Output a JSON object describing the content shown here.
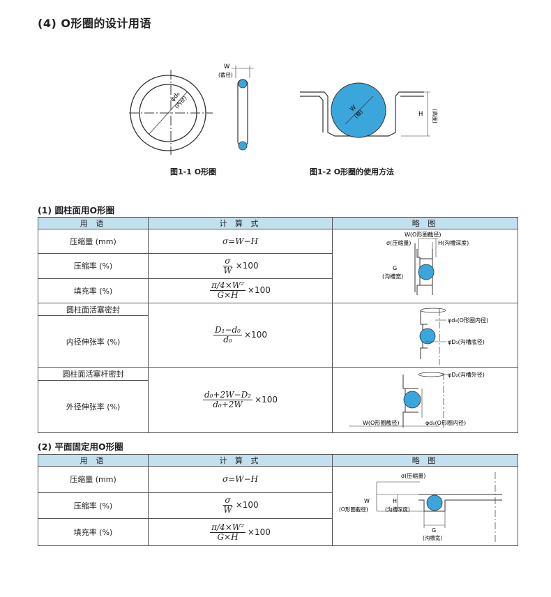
{
  "page_title": "(4) O形圈的设计用语",
  "figures": {
    "fig1": {
      "caption": "图1-1  O形圈",
      "w_label": "W",
      "w_note": "(截径)",
      "d_label": "φd₀",
      "d_note": "(内径)"
    },
    "fig2": {
      "caption": "图1-2  O形圈的使用方法",
      "w_label": "W",
      "w_note": "(粗)",
      "h_label": "H",
      "h_note": "(高度)"
    }
  },
  "section1": {
    "title": "(1) 圆柱面用O形圈",
    "headers": [
      "用 语",
      "计 算 式",
      "略 图"
    ],
    "rows": {
      "compression": {
        "term": "压缩量 (mm)",
        "formula": "σ=W−H"
      },
      "compression_rate": {
        "term": "压缩率 (%)",
        "num": "σ",
        "den": "W",
        "mult": "×100"
      },
      "fill_rate": {
        "term": "填充率 (%)",
        "num": "π/4×W²",
        "den": "G×H",
        "mult": "×100"
      },
      "piston_group": {
        "label": "圆柱面活塞密封"
      },
      "inner_stretch": {
        "term": "内径伸张率 (%)",
        "num": "D₁−d₀",
        "den": "d₀",
        "mult": "×100"
      },
      "rod_group": {
        "label": "圆柱面活塞杆密封"
      },
      "outer_stretch": {
        "term": "外径伸张率 (%)",
        "num": "d₀+2W−D₂",
        "den": "d₀+2W",
        "mult": "×100"
      }
    },
    "sketch1": {
      "w": "W(O形圈截径)",
      "sigma": "σ(压缩量)",
      "h": "H(沟槽深度)",
      "g": "G",
      "g_note": "(沟槽宽)"
    },
    "sketch2": {
      "d0": "φd₀(O形圈内径)",
      "d1": "φD₁(沟槽底径)"
    },
    "sketch3": {
      "d2": "φD₂(沟槽外径)",
      "w": "W(O形圈截径)",
      "d0": "φd₀(O形圈内径)"
    }
  },
  "section2": {
    "title": "(2) 平面固定用O形圈",
    "headers": [
      "用 语",
      "计 算 式",
      "略 图"
    ],
    "rows": {
      "compression": {
        "term": "压缩量 (mm)",
        "formula": "σ=W−H"
      },
      "compression_rate": {
        "term": "压缩率 (%)",
        "num": "σ",
        "den": "W",
        "mult": "×100"
      },
      "fill_rate": {
        "term": "填充率 (%)",
        "num": "π/4×W²",
        "den": "G×H",
        "mult": "×100"
      }
    },
    "sketch": {
      "sigma": "σ(压缩量)",
      "w": "W",
      "w_note": "(O形圈截径)",
      "h": "H",
      "h_note": "(沟槽深度)",
      "g": "G",
      "g_note": "(沟槽宽)"
    }
  },
  "colors": {
    "header_bg": "#c3e0ee",
    "oring_fill": "#3aa6dc",
    "line": "#333333"
  }
}
